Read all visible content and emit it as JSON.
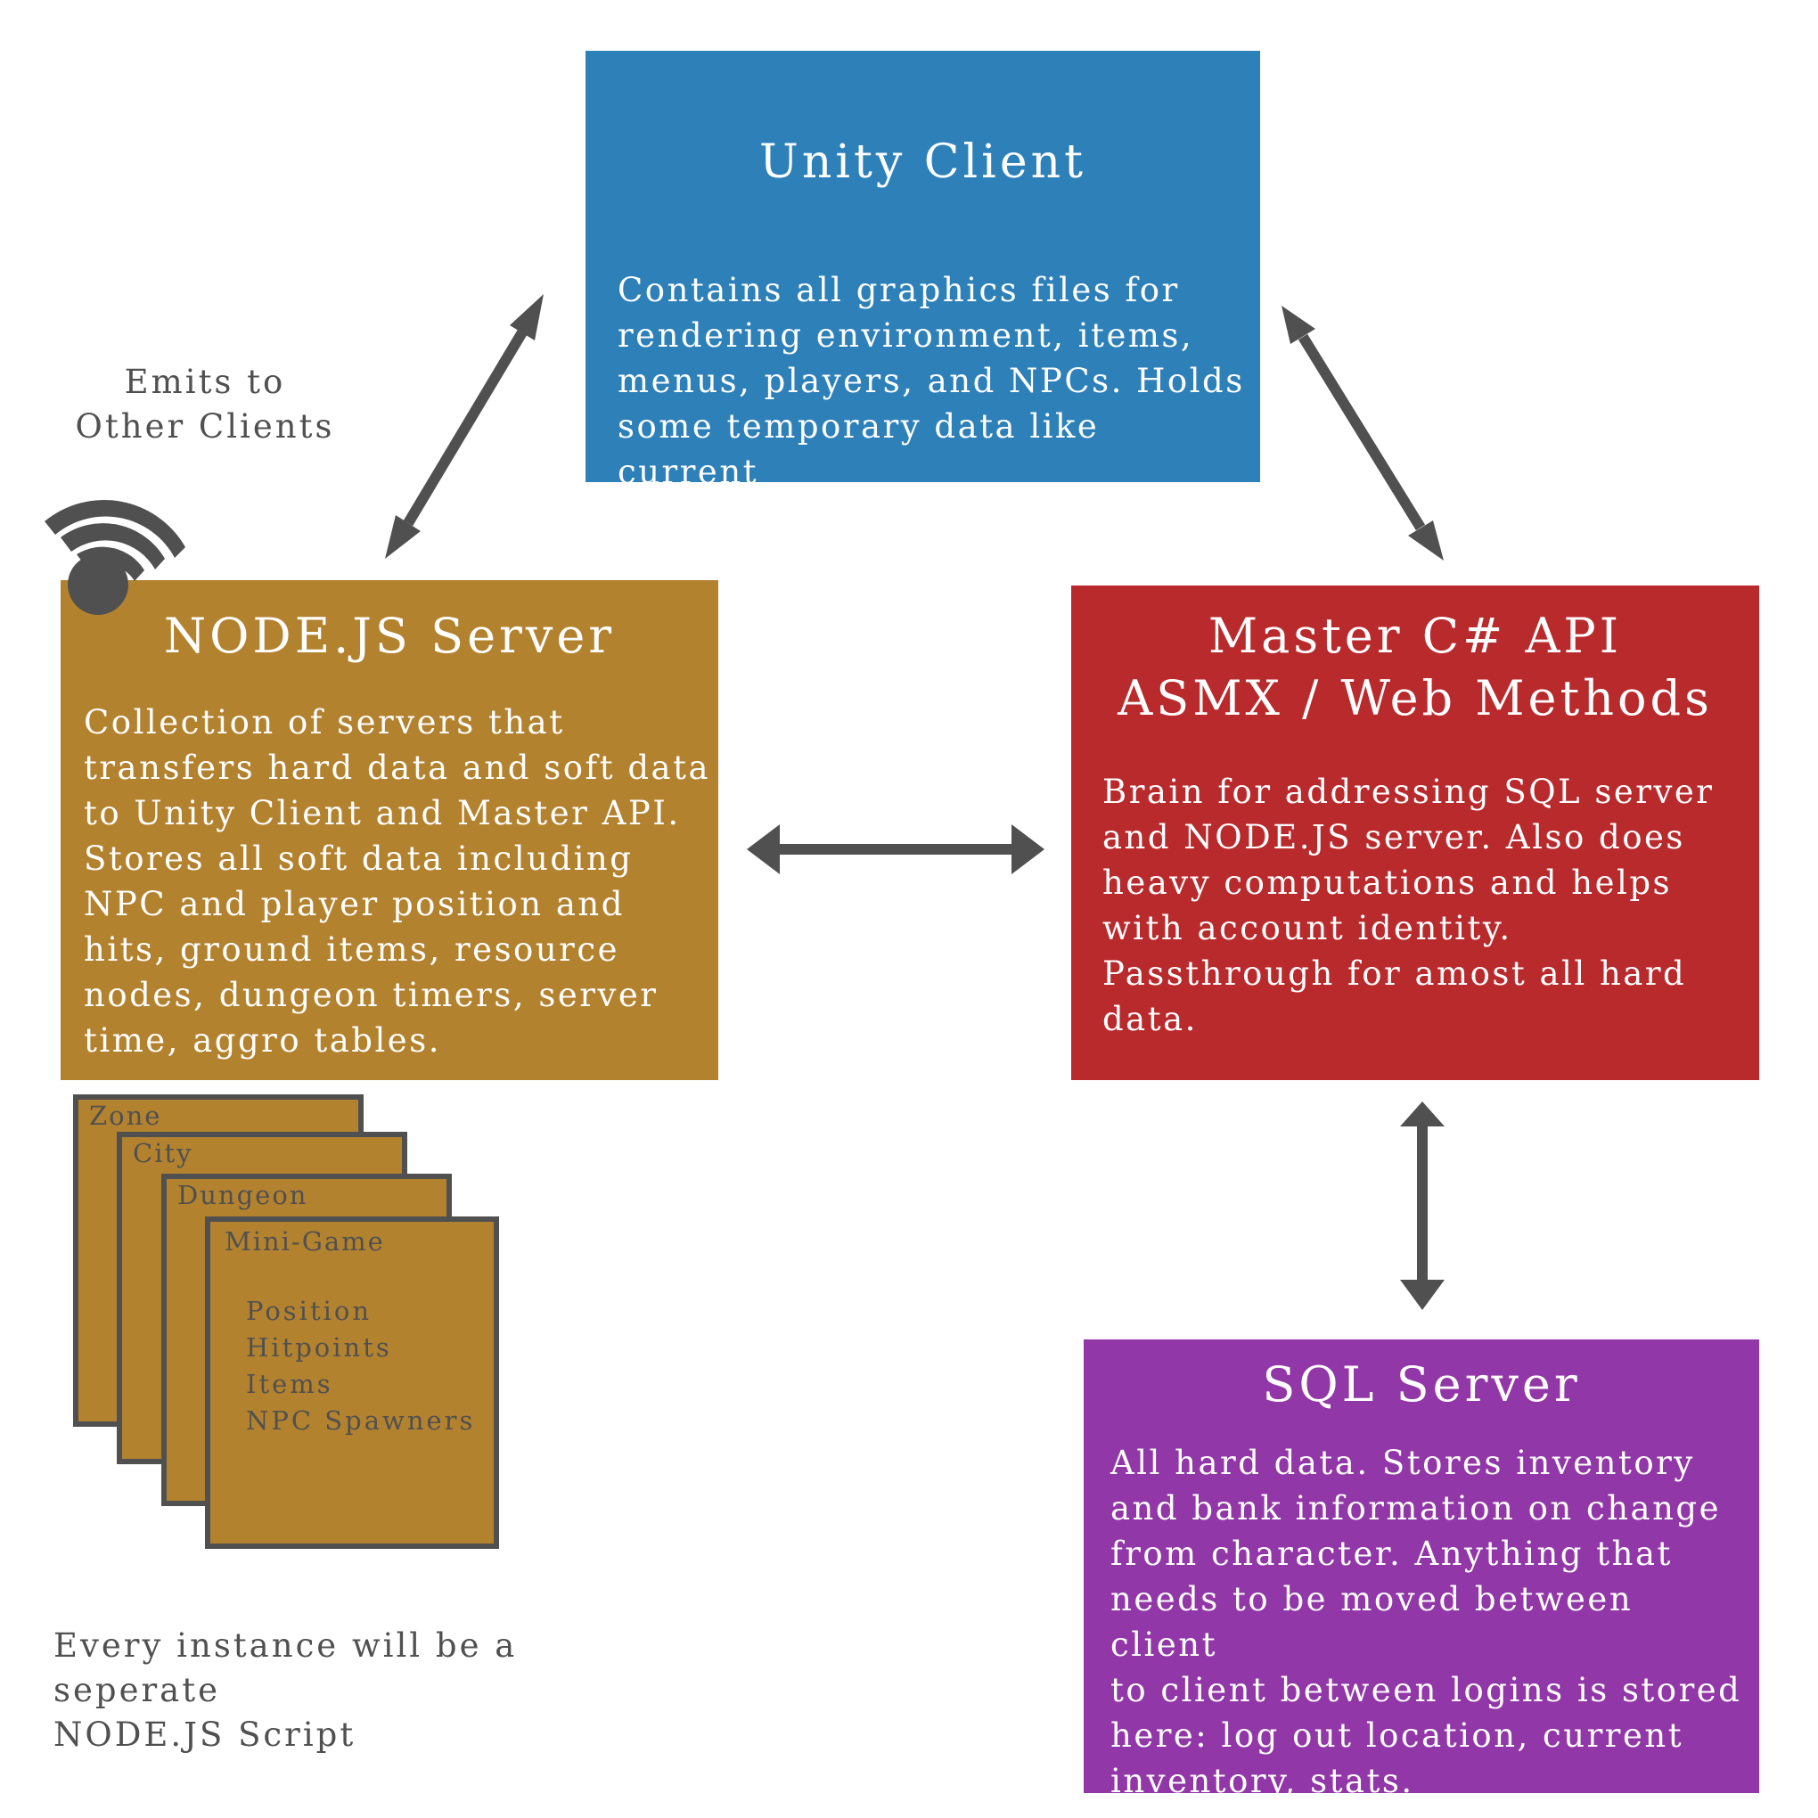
{
  "colors": {
    "unity": "#2e80b9",
    "node": "#b3822f",
    "master": "#b92a2d",
    "sql": "#9237a7",
    "arrow": "#505050",
    "annotation_text": "#505050"
  },
  "unity_client": {
    "title": "Unity Client",
    "body": "Contains all graphics files for\nrendering environment, items,\nmenus, players, and NPCs. Holds\nsome temporary data like current\nhits, status affects, inventory."
  },
  "node_server": {
    "title": "NODE.JS Server",
    "body": "Collection of servers that\ntransfers hard data and soft data\nto Unity Client and Master API.\nStores all soft data including\nNPC and player position and\nhits, ground items, resource\nnodes, dungeon timers, server\ntime, aggro tables."
  },
  "master_api": {
    "title": "Master C# API\nASMX / Web Methods",
    "body": "Brain for addressing SQL server\nand NODE.JS server. Also does\nheavy computations and helps\nwith account identity.\nPassthrough for amost all hard\ndata."
  },
  "sql_server": {
    "title": "SQL Server",
    "body": "All hard data. Stores inventory\nand bank information on change\nfrom character. Anything that\nneeds to be moved between client\nto client between logins is stored\nhere: log out location, current\ninventory, stats."
  },
  "emits_note": "Emits to\nOther Clients",
  "broadcast_icon": "broadcast-signal-icon",
  "instances": {
    "pages": [
      "Zone",
      "City",
      "Dungeon",
      "Mini-Game"
    ],
    "items": [
      "Position",
      "Hitpoints",
      "Items",
      "NPC Spawners"
    ]
  },
  "instance_note": "Every instance will be a seperate\nNODE.JS Script",
  "connections": [
    {
      "from": "NODE.JS Server",
      "to": "Unity Client",
      "direction": "bidirectional"
    },
    {
      "from": "Unity Client",
      "to": "Master C# API",
      "direction": "bidirectional"
    },
    {
      "from": "NODE.JS Server",
      "to": "Master C# API",
      "direction": "bidirectional"
    },
    {
      "from": "Master C# API",
      "to": "SQL Server",
      "direction": "bidirectional"
    }
  ]
}
